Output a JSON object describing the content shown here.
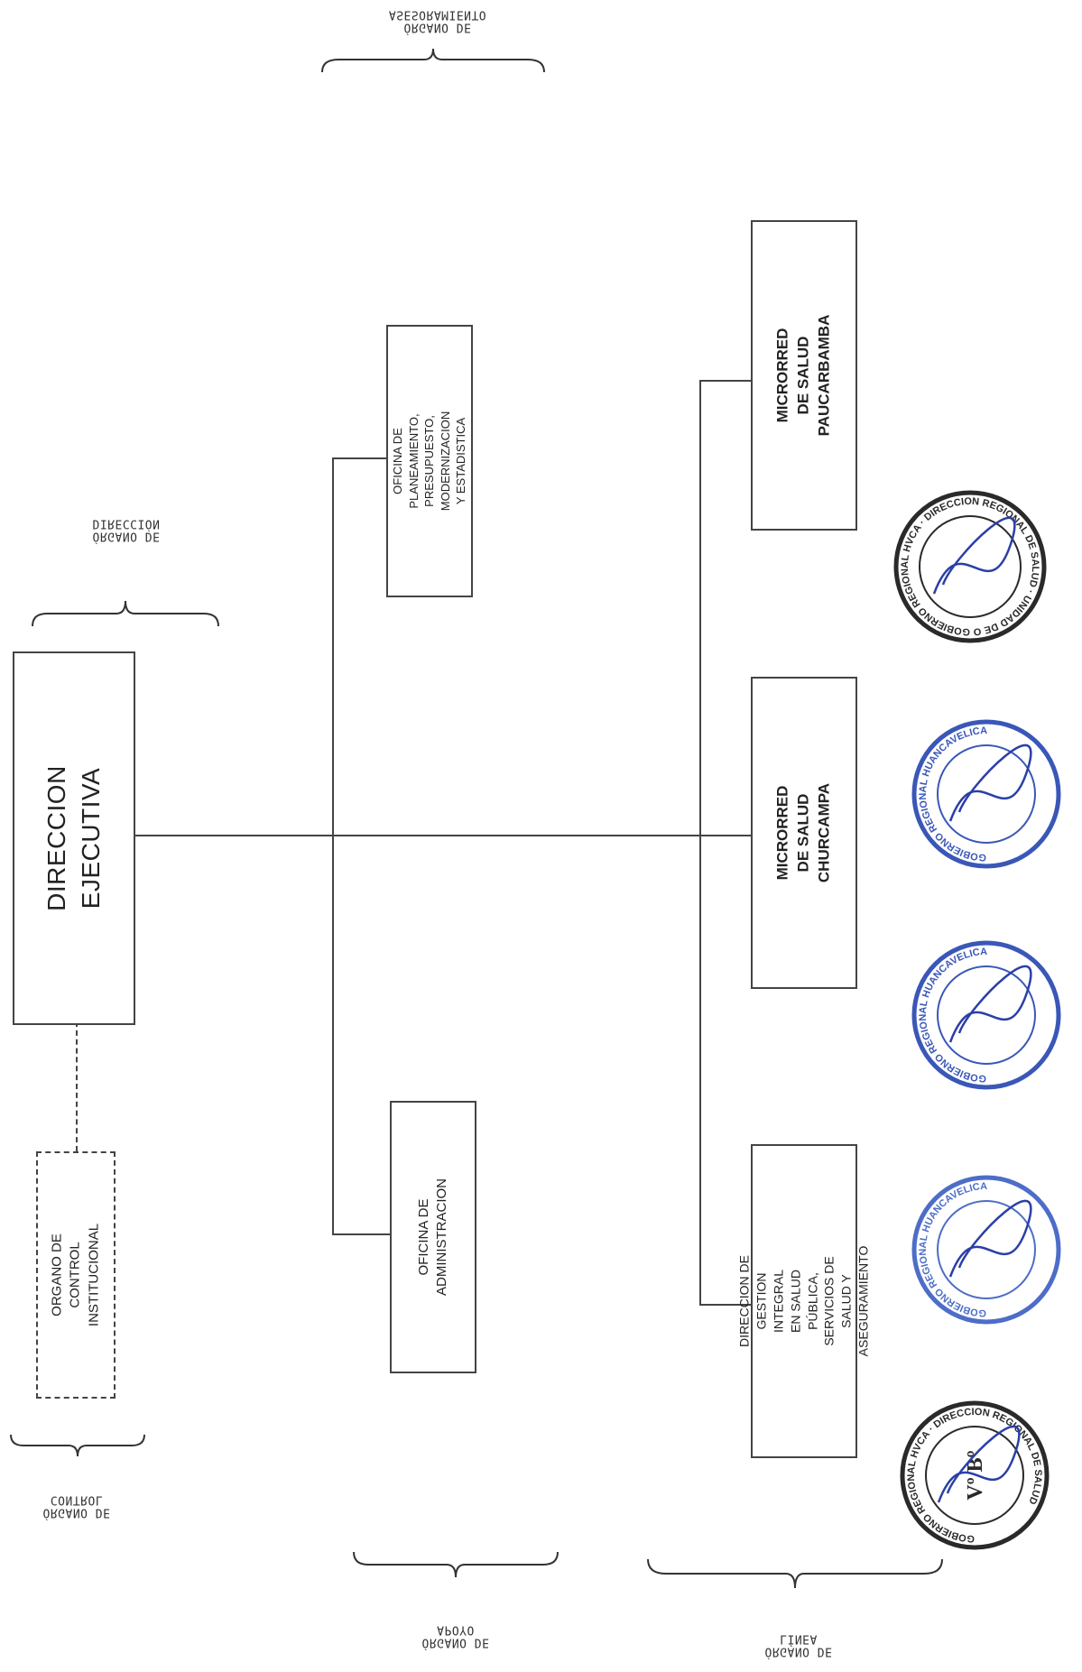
{
  "boxes": {
    "direccion_ejecutiva": "DIRECCION EJECUTIVA",
    "organo_control": "ORGANO DE CONTROL\nINSTITUCIONAL",
    "oficina_planeamiento": "OFICINA DE PLANEAMIENTO,\nPRESUPUESTO, MODERNIZACION\nY ESTADISTICA",
    "oficina_administracion": "OFICINA DE\nADMINISTRACION",
    "microrred_paucarbamba": "MICRORRED\nDE SALUD\nPAUCARBAMBA",
    "microrred_churcampa": "MICRORRED\nDE SALUD\nCHURCAMPA",
    "direccion_gestion": "DIRECCION DE GESTION INTEGRAL\nEN SALUD PÚBLICA, SERVICIOS DE\nSALUD Y ASEGURAMIENTO"
  },
  "group_labels": {
    "top": "ÓRGANO DE\nASESORAMIENTO",
    "direccion": "ÓRGANO DE\nDIRECCIÓN",
    "control": "ÓRGANO DE\nCONTROL",
    "apoyo": "ÓRGANO DE\nAPOYO",
    "linea": "ÓRGANO DE\nLÍNEA"
  },
  "seals": [
    {
      "name": "seal-1",
      "color": "#2a2a2a",
      "text": "GOBIERNO REGIONAL HVCA · DIRECCION REGIONAL DE SALUD · UNIDAD DE ORGANIZACION"
    },
    {
      "name": "seal-2",
      "color": "#3a57b8",
      "text": "GOBIERNO REGIONAL HUANCAVELICA"
    },
    {
      "name": "seal-3",
      "color": "#3a57b8",
      "text": "GOBIERNO REGIONAL HUANCAVELICA"
    },
    {
      "name": "seal-4",
      "color": "#4d6dc8",
      "text": "GOBIERNO REGIONAL HUANCAVELICA"
    },
    {
      "name": "seal-5",
      "color": "#2a2a2a",
      "text": "GOBIERNO REGIONAL HVCA · DIRECCION REGIONAL DE SALUD",
      "center": "Vº Bº"
    }
  ]
}
